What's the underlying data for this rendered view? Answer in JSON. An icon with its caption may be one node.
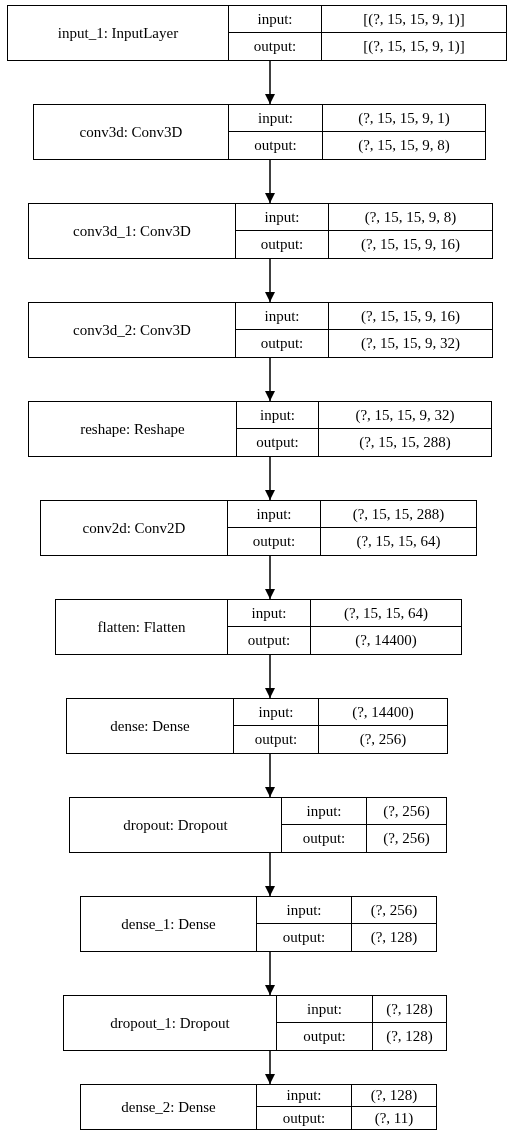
{
  "diagram": {
    "nodes": [
      {
        "text": [
          "input_1: InputLayer",
          "input:",
          "[(?, 15, 15, 9, 1)]",
          "output:",
          "[(?, 15, 15, 9, 1)]"
        ]
      },
      {
        "text": [
          "conv3d: Conv3D",
          "input:",
          "(?, 15, 15, 9, 1)",
          "output:",
          "(?, 15, 15, 9, 8)"
        ]
      },
      {
        "text": [
          "conv3d_1: Conv3D",
          "input:",
          "(?, 15, 15, 9, 8)",
          "output:",
          "(?, 15, 15, 9, 16)"
        ]
      },
      {
        "text": [
          "conv3d_2: Conv3D",
          "input:",
          "(?, 15, 15, 9, 16)",
          "output:",
          "(?, 15, 15, 9, 32)"
        ]
      },
      {
        "text": [
          "reshape: Reshape",
          "input:",
          "(?, 15, 15, 9, 32)",
          "output:",
          "(?, 15, 15, 288)"
        ]
      },
      {
        "text": [
          "conv2d: Conv2D",
          "input:",
          "(?, 15, 15, 288)",
          "output:",
          "(?, 15, 15, 64)"
        ]
      },
      {
        "text": [
          "flatten: Flatten",
          "input:",
          "(?, 15, 15, 64)",
          "output:",
          "(?, 14400)"
        ]
      },
      {
        "text": [
          "dense: Dense",
          "input:",
          "(?, 14400)",
          "output:",
          "(?, 256)"
        ]
      },
      {
        "text": [
          "dropout: Dropout",
          "input:",
          "(?, 256)",
          "output:",
          "(?, 256)"
        ]
      },
      {
        "text": [
          "dense_1: Dense",
          "input:",
          "(?, 256)",
          "output:",
          "(?, 128)"
        ]
      },
      {
        "text": [
          "dropout_1: Dropout",
          "input:",
          "(?, 128)",
          "output:",
          "(?, 128)"
        ]
      },
      {
        "text": [
          "dense_2: Dense",
          "input:",
          "(?, 128)",
          "output:",
          "(?, 11)"
        ]
      }
    ],
    "edges": [
      {
        "from": 0,
        "to": 1,
        "arrow": "to"
      },
      {
        "from": 1,
        "to": 2,
        "arrow": "to"
      },
      {
        "from": 2,
        "to": 3,
        "arrow": "to"
      },
      {
        "from": 3,
        "to": 4,
        "arrow": "to"
      },
      {
        "from": 4,
        "to": 5,
        "arrow": "to"
      },
      {
        "from": 5,
        "to": 6,
        "arrow": "to"
      },
      {
        "from": 6,
        "to": 7,
        "arrow": "to"
      },
      {
        "from": 7,
        "to": 8,
        "arrow": "to"
      },
      {
        "from": 8,
        "to": 9,
        "arrow": "to"
      },
      {
        "from": 9,
        "to": 10,
        "arrow": "to"
      },
      {
        "from": 10,
        "to": 11,
        "arrow": "to"
      }
    ]
  }
}
